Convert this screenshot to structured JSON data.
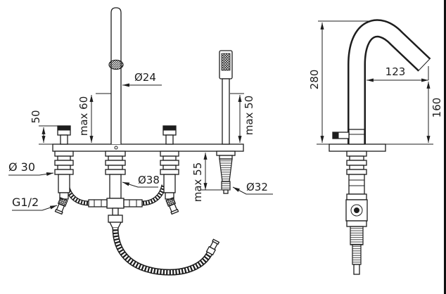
{
  "colors": {
    "ink": "#1d1d1d",
    "background": "#ffffff"
  },
  "front_view": {
    "labels": {
      "spout_diameter": "Ø24",
      "spout_projection_max": "max 60",
      "handle_height": "50",
      "handle_hole_diameter": "Ø 30",
      "supply_connection_thread": "G1/2",
      "spout_hole_diameter": "Ø38",
      "deck_thickness_max": "max 55",
      "handshower_max": "max 50",
      "handshower_hole_diameter": "Ø32"
    }
  },
  "side_view": {
    "labels": {
      "spout_height": "280",
      "spout_reach": "123",
      "outlet_to_deck_height": "160"
    }
  }
}
